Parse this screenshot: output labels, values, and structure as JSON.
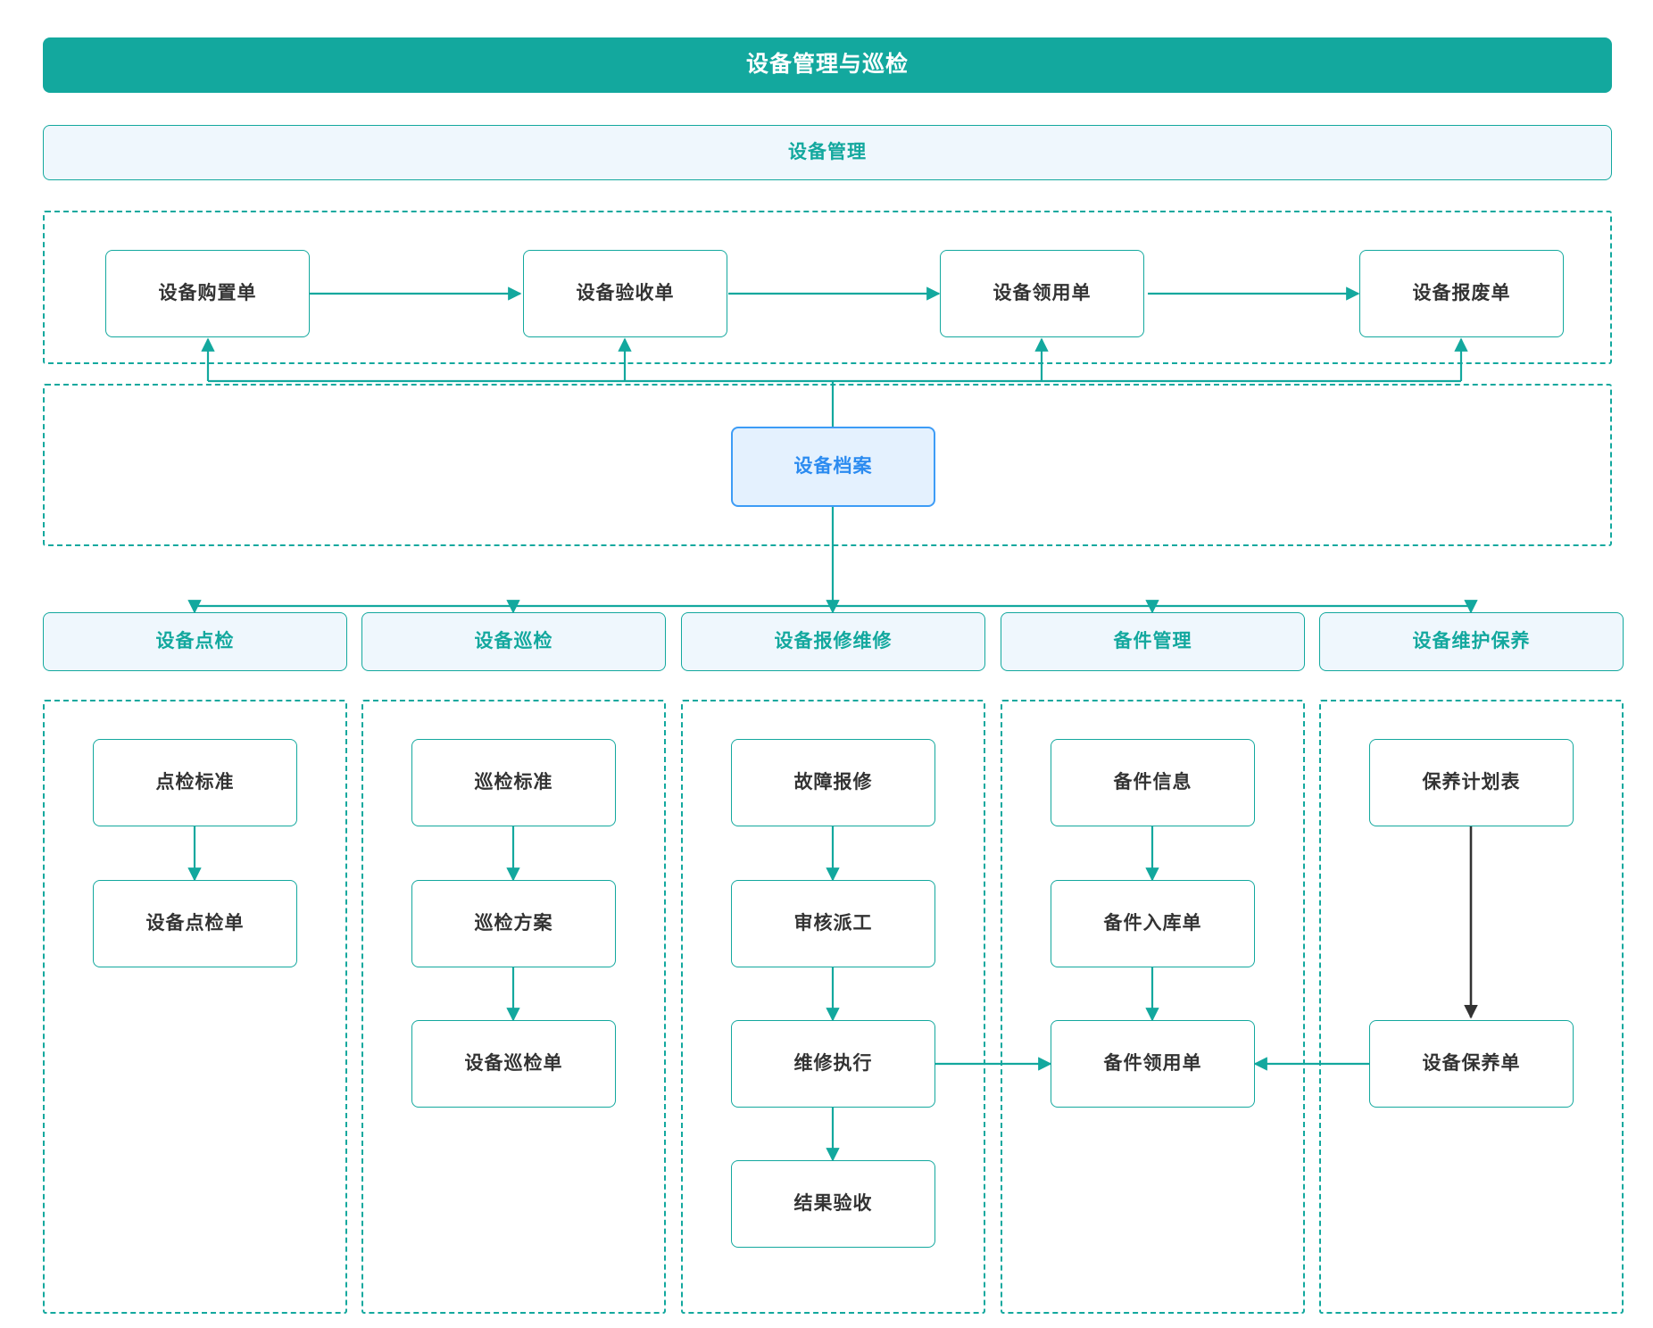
{
  "diagram": {
    "type": "flowchart",
    "title": "设备管理与巡检",
    "accent_color": "#13a89e",
    "highlight_color": "#3d9cf6",
    "panel_bg": "#eff7fd",
    "arrow_dark_color": "#333333",
    "sections": {
      "equipment_management": {
        "label": "设备管理"
      }
    },
    "lifecycle": {
      "nodes": [
        {
          "id": "purchase",
          "label": "设备购置单"
        },
        {
          "id": "acceptance",
          "label": "设备验收单"
        },
        {
          "id": "issue",
          "label": "设备领用单"
        },
        {
          "id": "scrap",
          "label": "设备报废单"
        }
      ],
      "flow": "设备购置单 → 设备验收单 → 设备领用单 → 设备报废单"
    },
    "archive": {
      "id": "archive",
      "label": "设备档案"
    },
    "categories": [
      {
        "id": "spot-check",
        "label": "设备点检",
        "nodes": [
          {
            "id": "spot-standard",
            "label": "点检标准"
          },
          {
            "id": "spot-order",
            "label": "设备点检单"
          }
        ]
      },
      {
        "id": "patrol",
        "label": "设备巡检",
        "nodes": [
          {
            "id": "patrol-standard",
            "label": "巡检标准"
          },
          {
            "id": "patrol-plan",
            "label": "巡检方案"
          },
          {
            "id": "patrol-order",
            "label": "设备巡检单"
          }
        ]
      },
      {
        "id": "repair",
        "label": "设备报修维修",
        "nodes": [
          {
            "id": "fault-report",
            "label": "故障报修"
          },
          {
            "id": "review-assign",
            "label": "审核派工"
          },
          {
            "id": "repair-exec",
            "label": "维修执行"
          },
          {
            "id": "result-accept",
            "label": "结果验收"
          }
        ]
      },
      {
        "id": "spare-parts",
        "label": "备件管理",
        "nodes": [
          {
            "id": "part-info",
            "label": "备件信息"
          },
          {
            "id": "part-inbound",
            "label": "备件入库单"
          },
          {
            "id": "part-issue",
            "label": "备件领用单"
          }
        ]
      },
      {
        "id": "maintenance",
        "label": "设备维护保养",
        "nodes": [
          {
            "id": "maint-plan",
            "label": "保养计划表"
          },
          {
            "id": "maint-order",
            "label": "设备保养单"
          }
        ]
      }
    ],
    "connections": [
      {
        "from": "设备购置单",
        "to": "设备验收单",
        "style": "solid-arrow"
      },
      {
        "from": "设备验收单",
        "to": "设备领用单",
        "style": "solid-arrow"
      },
      {
        "from": "设备领用单",
        "to": "设备报废单",
        "style": "solid-arrow"
      },
      {
        "from": "设备档案",
        "to": "设备购置单",
        "style": "feedback-bus"
      },
      {
        "from": "设备档案",
        "to": "设备验收单",
        "style": "feedback-bus"
      },
      {
        "from": "设备档案",
        "to": "设备领用单",
        "style": "feedback-bus"
      },
      {
        "from": "设备档案",
        "to": "设备报废单",
        "style": "feedback-bus"
      },
      {
        "from": "设备档案",
        "to": "设备点检",
        "style": "fanout"
      },
      {
        "from": "设备档案",
        "to": "设备巡检",
        "style": "fanout"
      },
      {
        "from": "设备档案",
        "to": "设备报修维修",
        "style": "fanout"
      },
      {
        "from": "设备档案",
        "to": "备件管理",
        "style": "fanout"
      },
      {
        "from": "设备档案",
        "to": "设备维护保养",
        "style": "fanout"
      },
      {
        "from": "点检标准",
        "to": "设备点检单",
        "style": "solid-arrow"
      },
      {
        "from": "巡检标准",
        "to": "巡检方案",
        "style": "solid-arrow"
      },
      {
        "from": "巡检方案",
        "to": "设备巡检单",
        "style": "solid-arrow"
      },
      {
        "from": "故障报修",
        "to": "审核派工",
        "style": "solid-arrow"
      },
      {
        "from": "审核派工",
        "to": "维修执行",
        "style": "solid-arrow"
      },
      {
        "from": "维修执行",
        "to": "结果验收",
        "style": "solid-arrow"
      },
      {
        "from": "维修执行",
        "to": "备件领用单",
        "style": "solid-arrow"
      },
      {
        "from": "备件信息",
        "to": "备件入库单",
        "style": "solid-arrow"
      },
      {
        "from": "备件入库单",
        "to": "备件领用单",
        "style": "solid-arrow"
      },
      {
        "from": "设备保养单",
        "to": "备件领用单",
        "style": "solid-arrow"
      },
      {
        "from": "保养计划表",
        "to": "设备保养单",
        "style": "dark-arrow"
      }
    ]
  }
}
